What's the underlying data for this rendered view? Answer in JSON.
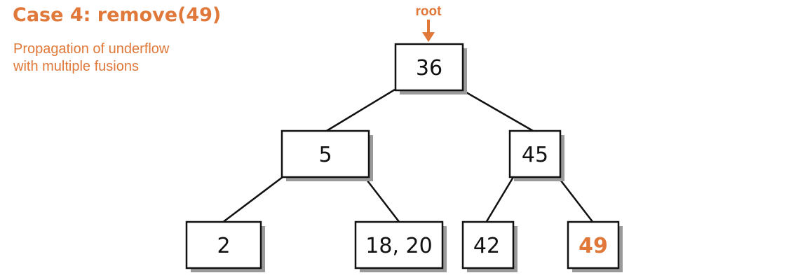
{
  "title": "Case 4: remove(49)",
  "subtitle": [
    "Propagation of underflow",
    "with multiple fusions"
  ],
  "root_label": "root",
  "colors": {
    "accent": "#e0783a",
    "node_border": "#111111",
    "shadow": "#9a9a9a",
    "edge": "#111111"
  },
  "tree": {
    "nodes": [
      {
        "id": "n36",
        "label": "36",
        "highlight": false
      },
      {
        "id": "n5",
        "label": "5",
        "highlight": false
      },
      {
        "id": "n45",
        "label": "45",
        "highlight": false
      },
      {
        "id": "n2",
        "label": "2",
        "highlight": false
      },
      {
        "id": "n18_20",
        "label": "18, 20",
        "highlight": false
      },
      {
        "id": "n42",
        "label": "42",
        "highlight": false
      },
      {
        "id": "n49",
        "label": "49",
        "highlight": true
      }
    ],
    "edges": [
      {
        "from": "n36",
        "to": "n5"
      },
      {
        "from": "n36",
        "to": "n45"
      },
      {
        "from": "n5",
        "to": "n2"
      },
      {
        "from": "n5",
        "to": "n18_20"
      },
      {
        "from": "n45",
        "to": "n42"
      },
      {
        "from": "n45",
        "to": "n49"
      }
    ]
  }
}
